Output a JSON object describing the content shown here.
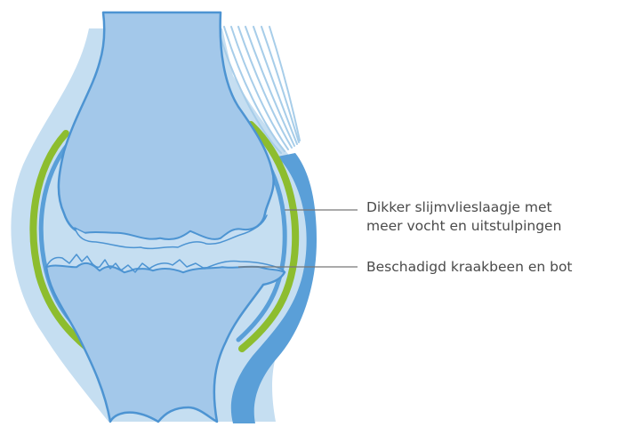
{
  "labels": {
    "synovium": {
      "line1": "Dikker slijmvlieslaagje met",
      "line2": "meer vocht en uitstulpingen"
    },
    "cartilage": {
      "text": "Beschadigd kraakbeen en bot"
    }
  },
  "colors": {
    "capsule_outer": "#c5def1",
    "capsule_inner": "#5a9fd8",
    "synovium_green": "#8dbd2f",
    "bone_fill": "#a3c8ea",
    "bone_stroke": "#4d94d2",
    "cartilage_fill": "#c6def2",
    "ligament": "#a7cde9",
    "leader_line": "#777777",
    "text": "#4a4a4a"
  }
}
